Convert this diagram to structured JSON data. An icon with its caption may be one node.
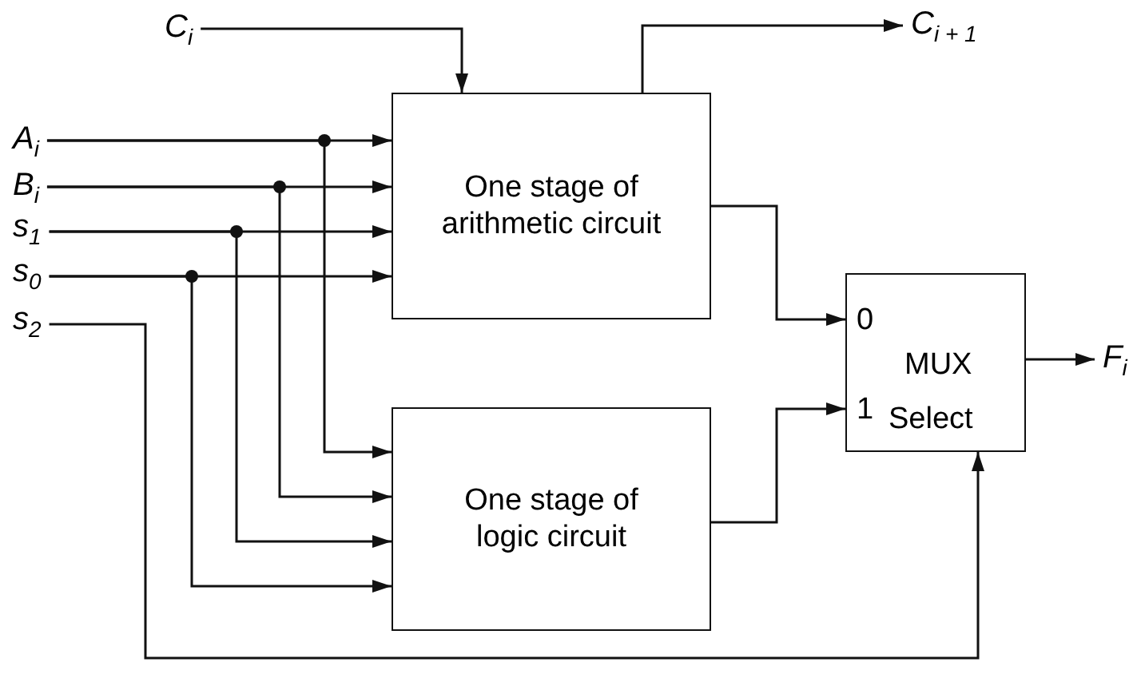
{
  "diagram": {
    "nodes": [
      {
        "text": [
          "C$_{i}$"
        ]
      },
      {
        "text": [
          "C$_{i + 1}$"
        ]
      },
      {
        "text": [
          "A$_{i}$"
        ]
      },
      {
        "text": [
          "B$_{i}$"
        ]
      },
      {
        "text": [
          "s$_{1}$"
        ]
      },
      {
        "text": [
          "s$_{0}$"
        ]
      },
      {
        "text": [
          "s$_{2}$"
        ]
      },
      {
        "text": [
          "One stage of arithmetic circuit"
        ]
      },
      {
        "text": [
          "0",
          "MUX",
          "1",
          "Select"
        ]
      },
      {
        "text": [
          "F$_{i}$"
        ]
      },
      {
        "text": [
          "One stage of logic circuit"
        ]
      }
    ],
    "edges": [
      {
        "from": 0,
        "to": 7,
        "arrow": "to"
      },
      {
        "from": 7,
        "to": 1,
        "arrow": "to"
      },
      {
        "from": 2,
        "to": 7,
        "arrow": "to"
      },
      {
        "from": 3,
        "to": 7,
        "arrow": "to"
      },
      {
        "from": 4,
        "to": 7,
        "arrow": "to"
      },
      {
        "from": 5,
        "to": 7,
        "arrow": "to"
      },
      {
        "from": 2,
        "to": 10,
        "arrow": "to"
      },
      {
        "from": 3,
        "to": 10,
        "arrow": "to"
      },
      {
        "from": 4,
        "to": 10,
        "arrow": "to"
      },
      {
        "from": 5,
        "to": 10,
        "arrow": "to"
      },
      {
        "from": 7,
        "to": 8,
        "arrow": "to"
      },
      {
        "from": 10,
        "to": 8,
        "arrow": "to"
      },
      {
        "from": 6,
        "to": 8,
        "arrow": "to"
      },
      {
        "from": 8,
        "to": 9,
        "arrow": "to"
      }
    ]
  }
}
